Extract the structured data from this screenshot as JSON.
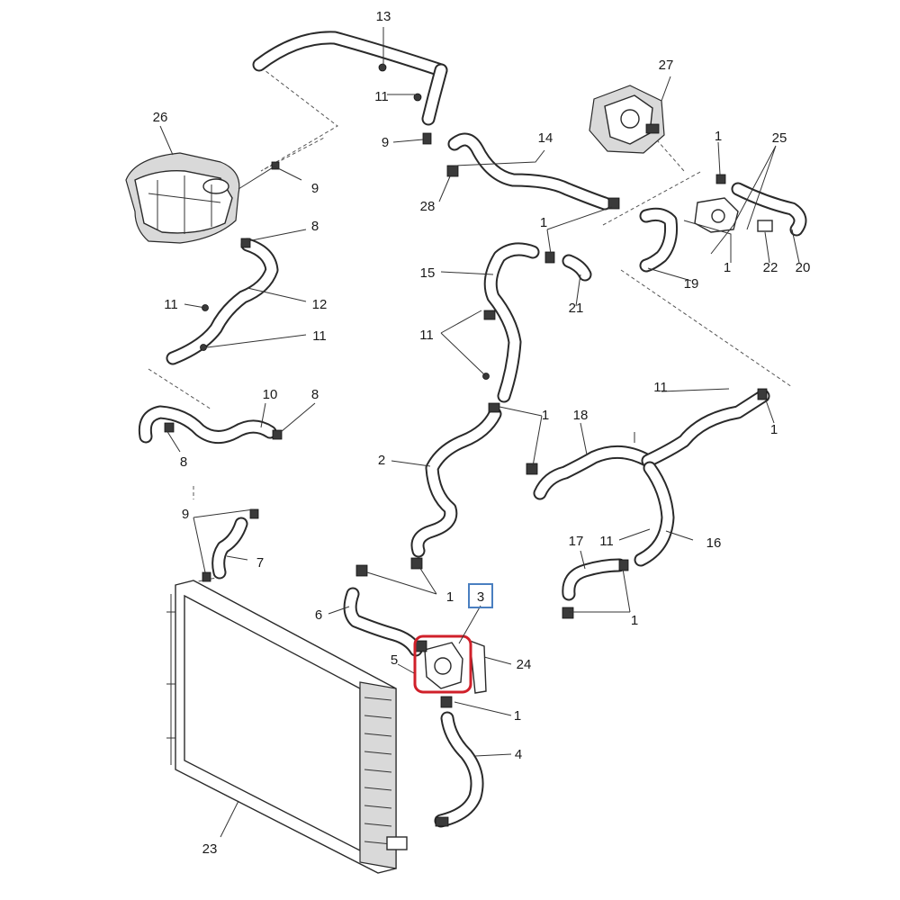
{
  "callouts": {
    "c1": "1",
    "c2": "2",
    "c3": "3",
    "c4": "4",
    "c5": "5",
    "c6": "6",
    "c7": "7",
    "c8": "8",
    "c9": "9",
    "c10": "10",
    "c11": "11",
    "c12": "12",
    "c13": "13",
    "c14": "14",
    "c15": "15",
    "c16": "16",
    "c17": "17",
    "c18": "18",
    "c19": "19",
    "c20": "20",
    "c21": "21",
    "c22": "22",
    "c23": "23",
    "c24": "24",
    "c25": "25",
    "c26": "26",
    "c27": "27",
    "c28": "28"
  },
  "highlight": {
    "callout": "3",
    "box_color": "#4a7fc0",
    "ring_color": "#d0202a"
  }
}
